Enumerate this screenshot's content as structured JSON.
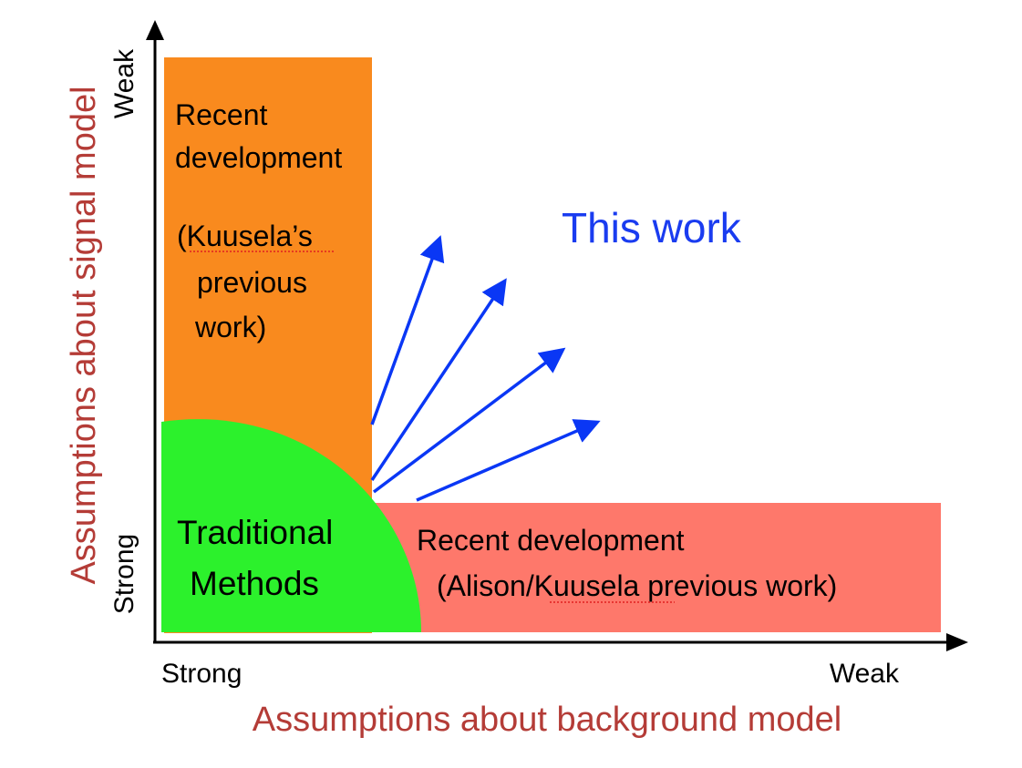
{
  "colors": {
    "orange_region": "#f98a1e",
    "red_region": "#fe786b",
    "green_region": "#2cf12c",
    "arrow_blue": "#0a37f5",
    "this_work_blue": "#1a3cf0",
    "axis_title_red": "#b43c37",
    "axis_black": "#000000"
  },
  "y_axis": {
    "title": "Assumptions about signal model",
    "top_label": "Weak",
    "bottom_label": "Strong"
  },
  "x_axis": {
    "title": "Assumptions about background model",
    "left_label": "Strong",
    "right_label": "Weak"
  },
  "regions": {
    "signal_development": {
      "line1": "Recent",
      "line2": "development",
      "line3": "(Kuusela’s",
      "line4": "previous",
      "line5": "work)"
    },
    "background_development": {
      "line1": "Recent development",
      "line2": "(Alison/Kuusela previous work)"
    },
    "traditional": {
      "line1": "Traditional",
      "line2": "Methods"
    }
  },
  "this_work": {
    "label": "This work",
    "arrow_count": 4
  }
}
